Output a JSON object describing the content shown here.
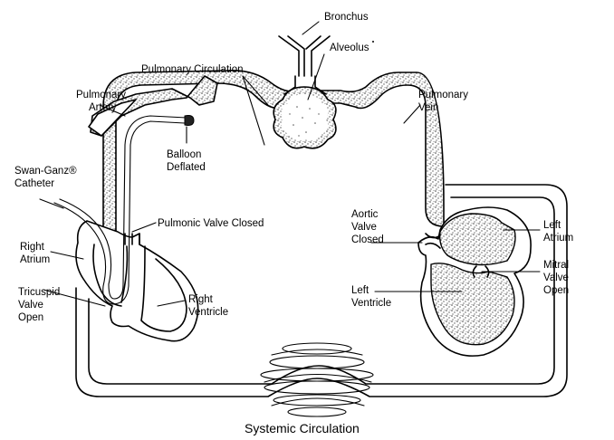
{
  "labels": {
    "bronchus": "Bronchus",
    "pulmonary_circulation": "Pulmonary Circulation",
    "alveolus": "Alveolus",
    "pulmonary_artery": [
      "Pulmonary",
      "Artery"
    ],
    "pulmonary_vein": [
      "Pulmonary",
      "Vein"
    ],
    "balloon_deflated": [
      "Balloon",
      "Deflated"
    ],
    "swan_ganz_catheter": [
      "Swan-Ganz®",
      "Catheter"
    ],
    "pulmonic_valve_closed": "Pulmonic Valve Closed",
    "right_atrium": [
      "Right",
      "Atrium"
    ],
    "tricuspid_valve_open": [
      "Tricuspid",
      "Valve",
      "Open"
    ],
    "right_ventricle": [
      "Right",
      "Ventricle"
    ],
    "aortic_valve_closed": [
      "Aortic",
      "Valve",
      "Closed"
    ],
    "left_atrium": [
      "Left",
      "Atrium"
    ],
    "mitral_valve_open": [
      "Mitral",
      "Valve",
      "Open"
    ],
    "left_ventricle": [
      "Left",
      "Ventricle"
    ],
    "systemic_circulation": "Systemic Circulation"
  },
  "colors": {
    "ink": "#000000",
    "paper": "#ffffff",
    "stipple": "#555555"
  }
}
